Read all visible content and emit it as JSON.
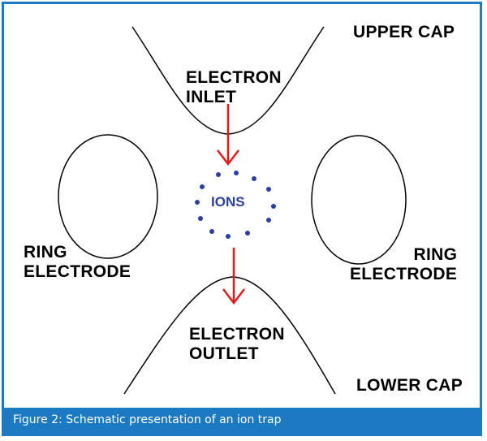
{
  "labels": {
    "upper_cap": "UPPER CAP",
    "electron_inlet": [
      "ELECTRON",
      "INLET"
    ],
    "ions": "IONS",
    "ring_left": [
      "RING",
      "ELECTRODE"
    ],
    "ring_right": [
      "RING",
      "ELECTRODE"
    ],
    "electron_outlet": [
      "ELECTRON",
      "OUTLET"
    ],
    "lower_cap": "LOWER CAP"
  },
  "caption": "Figure 2: Schematic presentation of an ion trap",
  "colors": {
    "border": "#1b7ac2",
    "caption_bar": "#1b7ac2",
    "caption_text": "#ffffff",
    "arrows": "#e01b1b",
    "ions": "#2b3ea0",
    "lines": "#000000"
  }
}
